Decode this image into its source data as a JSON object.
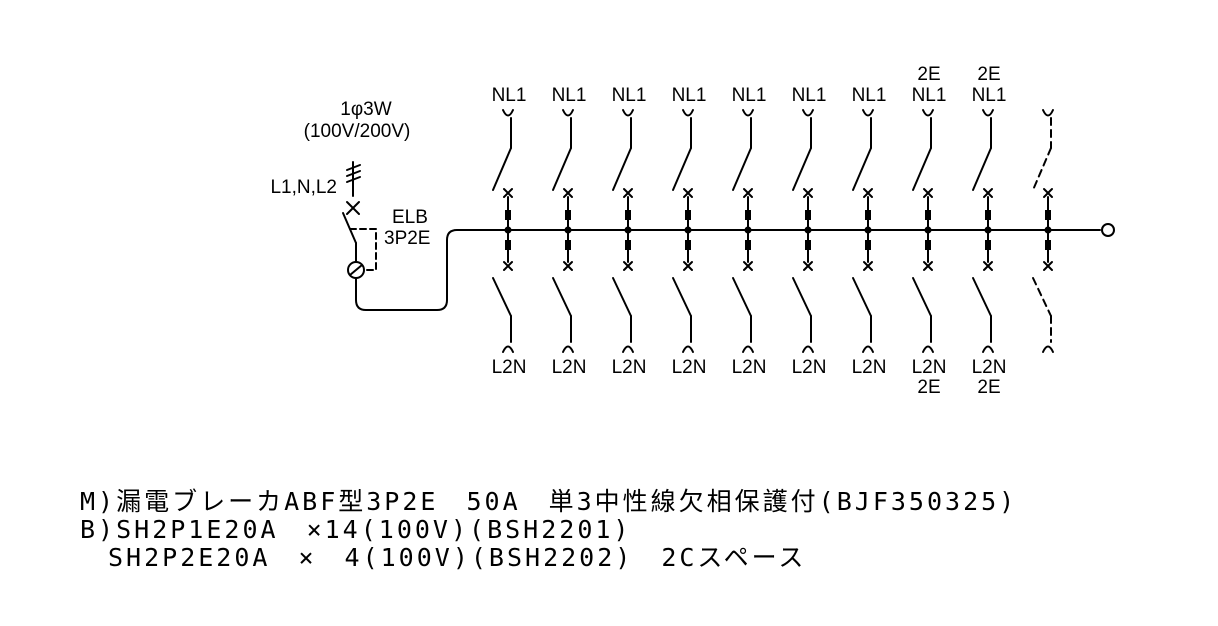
{
  "supply": {
    "phase_label": "1φ3W",
    "voltage_label": "(100V/200V)",
    "lines_label": "L1,N,L2"
  },
  "main_breaker": {
    "type_label": "ELB",
    "poles_label": "3P2E"
  },
  "branches": [
    {
      "top_label": "NL1",
      "top_extra": "",
      "bottom_label": "L2N",
      "bottom_extra": "",
      "spare": false
    },
    {
      "top_label": "NL1",
      "top_extra": "",
      "bottom_label": "L2N",
      "bottom_extra": "",
      "spare": false
    },
    {
      "top_label": "NL1",
      "top_extra": "",
      "bottom_label": "L2N",
      "bottom_extra": "",
      "spare": false
    },
    {
      "top_label": "NL1",
      "top_extra": "",
      "bottom_label": "L2N",
      "bottom_extra": "",
      "spare": false
    },
    {
      "top_label": "NL1",
      "top_extra": "",
      "bottom_label": "L2N",
      "bottom_extra": "",
      "spare": false
    },
    {
      "top_label": "NL1",
      "top_extra": "",
      "bottom_label": "L2N",
      "bottom_extra": "",
      "spare": false
    },
    {
      "top_label": "NL1",
      "top_extra": "",
      "bottom_label": "L2N",
      "bottom_extra": "",
      "spare": false
    },
    {
      "top_label": "NL1",
      "top_extra": "2E",
      "bottom_label": "L2N",
      "bottom_extra": "2E",
      "spare": false
    },
    {
      "top_label": "NL1",
      "top_extra": "2E",
      "bottom_label": "L2N",
      "bottom_extra": "2E",
      "spare": false
    },
    {
      "top_label": "",
      "top_extra": "",
      "bottom_label": "",
      "bottom_extra": "",
      "spare": true
    }
  ],
  "notes": {
    "line1": "M)漏電ブレーカABF型3P2E　50A　単3中性線欠相保護付(BJF350325)",
    "line2": "B)SH2P1E20A　×14(100V)(BSH2201)",
    "line3": "　SH2P2E20A　×　4(100V)(BSH2202)　2Cスペース"
  }
}
